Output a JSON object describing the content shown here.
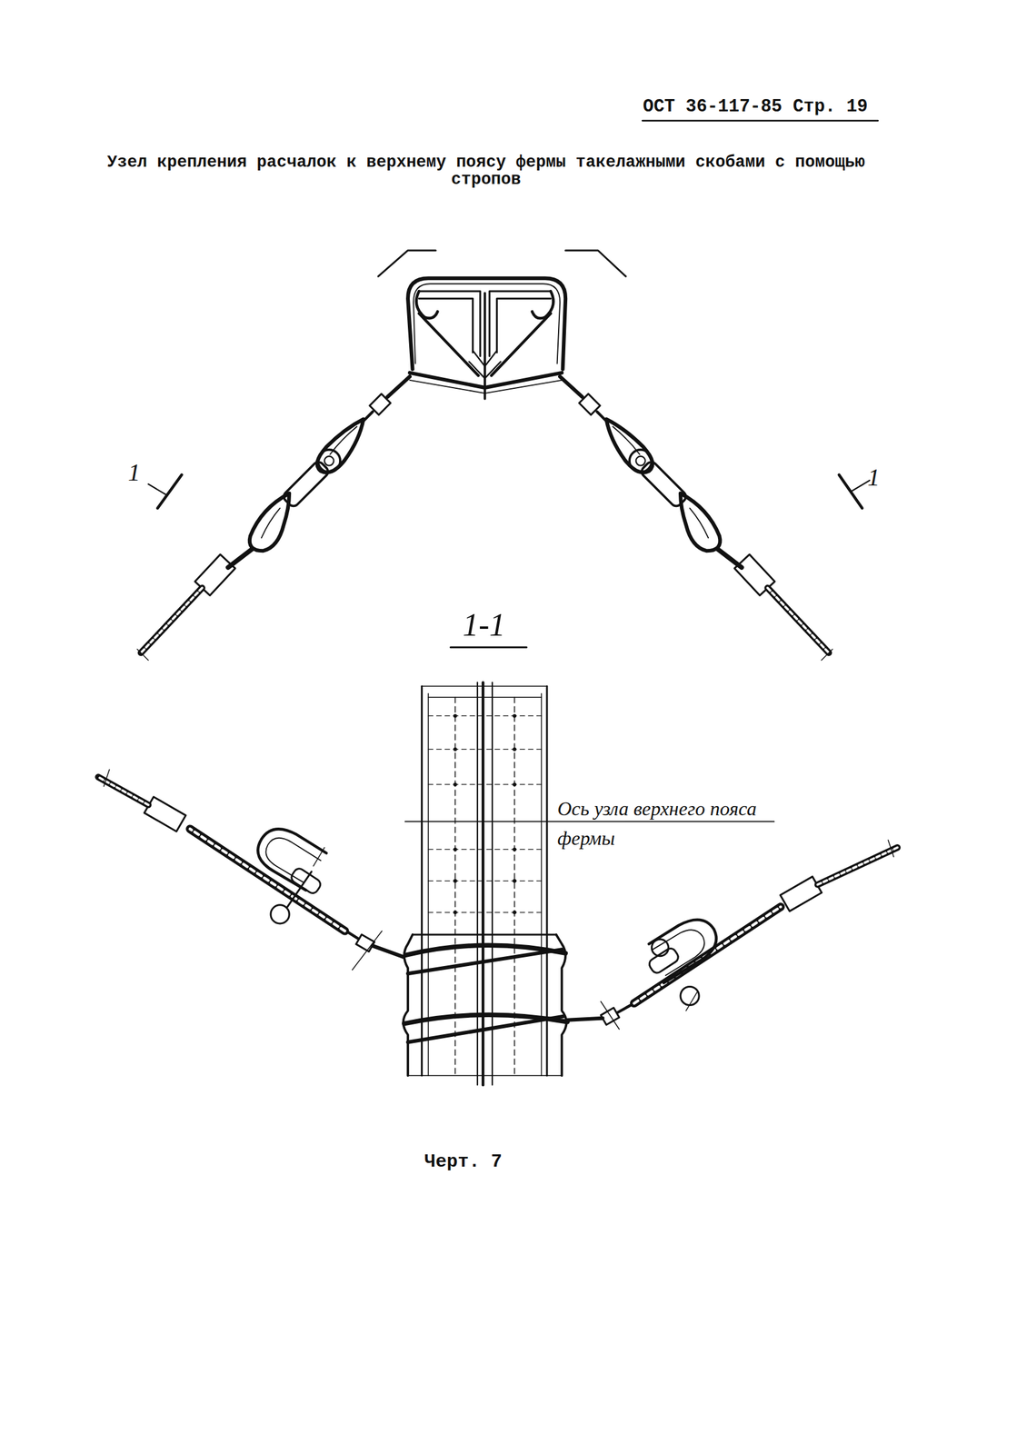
{
  "diagram": {
    "title": "Узел крепления расчалок к верхнему поясу фермы такелажными скобами с помощью стропов",
    "caption": "Черт. 7",
    "labels": [
      "ОСТ 36-117-85 Стр. 19",
      "1",
      "1",
      "1-1",
      "Ось узла верхнего пояса фермы"
    ]
  }
}
